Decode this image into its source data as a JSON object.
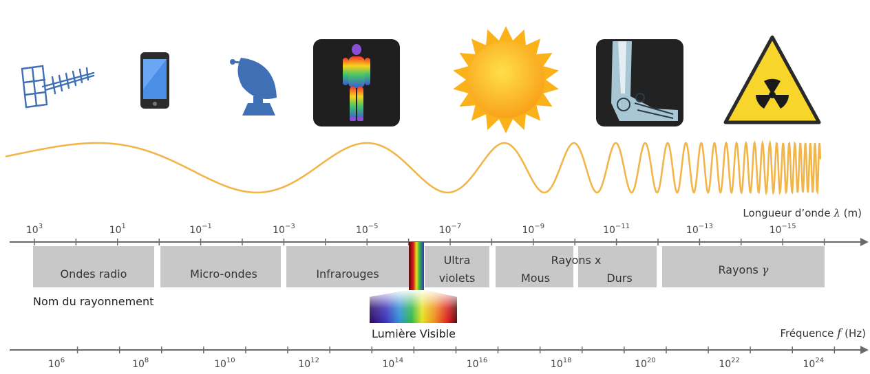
{
  "wavelength_axis": {
    "title_text": "Longueur d’onde ",
    "title_symbol": "λ",
    "title_unit": " (m)",
    "labels": [
      {
        "base": "10",
        "exp": "3"
      },
      {
        "base": "10",
        "exp": "1"
      },
      {
        "base": "10",
        "exp": "−1"
      },
      {
        "base": "10",
        "exp": "−3"
      },
      {
        "base": "10",
        "exp": "−5"
      },
      {
        "base": "10",
        "exp": "−7"
      },
      {
        "base": "10",
        "exp": "−9"
      },
      {
        "base": "10",
        "exp": "−11"
      },
      {
        "base": "10",
        "exp": "−13"
      },
      {
        "base": "10",
        "exp": "−15"
      }
    ]
  },
  "frequency_axis": {
    "title_text": "Fréquence ",
    "title_symbol": "f",
    "title_unit": " (Hz)",
    "labels": [
      {
        "base": "10",
        "exp": "6"
      },
      {
        "base": "10",
        "exp": "8"
      },
      {
        "base": "10",
        "exp": "10"
      },
      {
        "base": "10",
        "exp": "12"
      },
      {
        "base": "10",
        "exp": "14"
      },
      {
        "base": "10",
        "exp": "16"
      },
      {
        "base": "10",
        "exp": "18"
      },
      {
        "base": "10",
        "exp": "20"
      },
      {
        "base": "10",
        "exp": "22"
      },
      {
        "base": "10",
        "exp": "24"
      }
    ]
  },
  "bands": {
    "radio": "Ondes radio",
    "micro": "Micro-ondes",
    "infra": "Infrarouges",
    "uv_line1": "Ultra",
    "uv_line2": "violets",
    "xray_title": "Rayons x",
    "xray_soft": "Mous",
    "xray_hard": "Durs",
    "gamma_text": "Rayons ",
    "gamma_symbol": "γ"
  },
  "radiation_name_label": "Nom du rayonnement",
  "visible_light_label": "Lumière Visible",
  "icons": [
    "antenna-icon",
    "smartphone-icon",
    "satellite-dish-icon",
    "thermal-body-icon",
    "sun-icon",
    "xray-foot-icon",
    "radiation-warning-icon"
  ],
  "colors": {
    "wave": "#f2b54a",
    "band_fill": "#c8c8c8",
    "axis": "#6a6a6a",
    "icon_blue": "#3f6fb5",
    "sun": "#fbb21a",
    "radiation_yellow": "#f7d52a"
  }
}
